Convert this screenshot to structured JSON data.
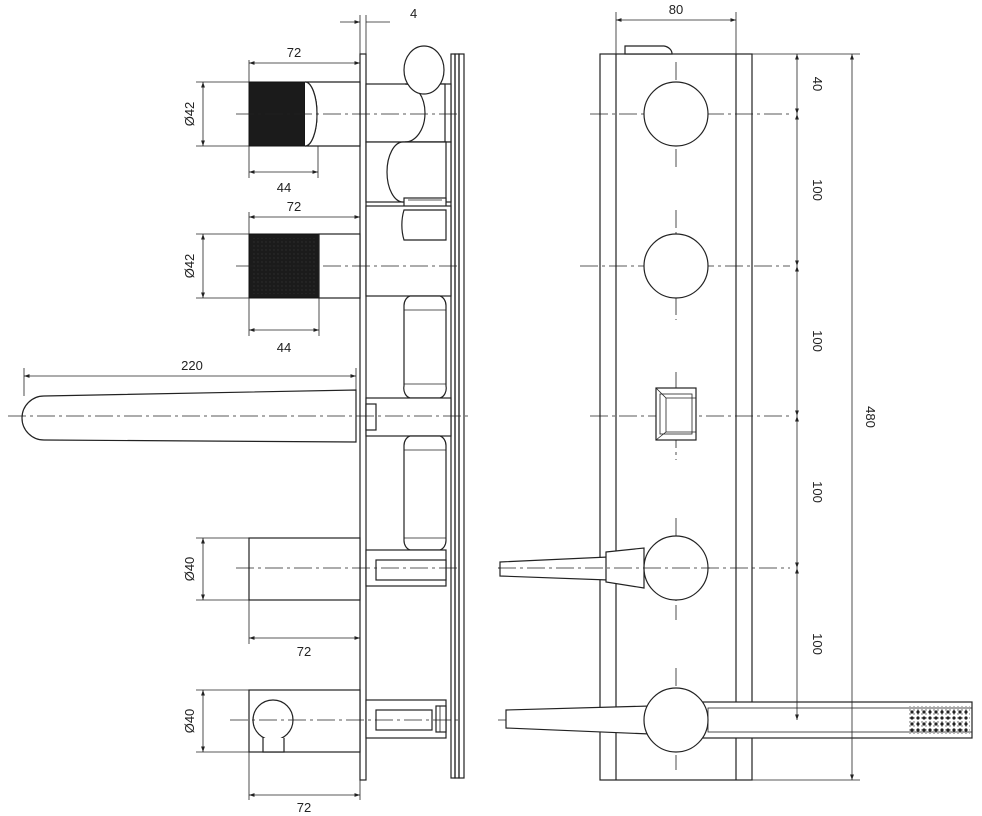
{
  "side_view": {
    "dims": {
      "plate_thickness": "4",
      "knob1_length": "72",
      "knob1_diameter": "Ø42",
      "knob1_knurl": "44",
      "knob2_length": "72",
      "knob2_diameter": "Ø42",
      "knob2_knurl": "44",
      "spout_length": "220",
      "diverter_diameter": "Ø40",
      "diverter_length": "72",
      "outlet_diameter": "Ø40",
      "outlet_length": "72"
    }
  },
  "front_view": {
    "dims": {
      "plate_width": "80",
      "top_offset": "40",
      "spacing_1": "100",
      "spacing_2": "100",
      "spacing_3": "100",
      "spacing_4": "100",
      "total_height": "480"
    }
  }
}
